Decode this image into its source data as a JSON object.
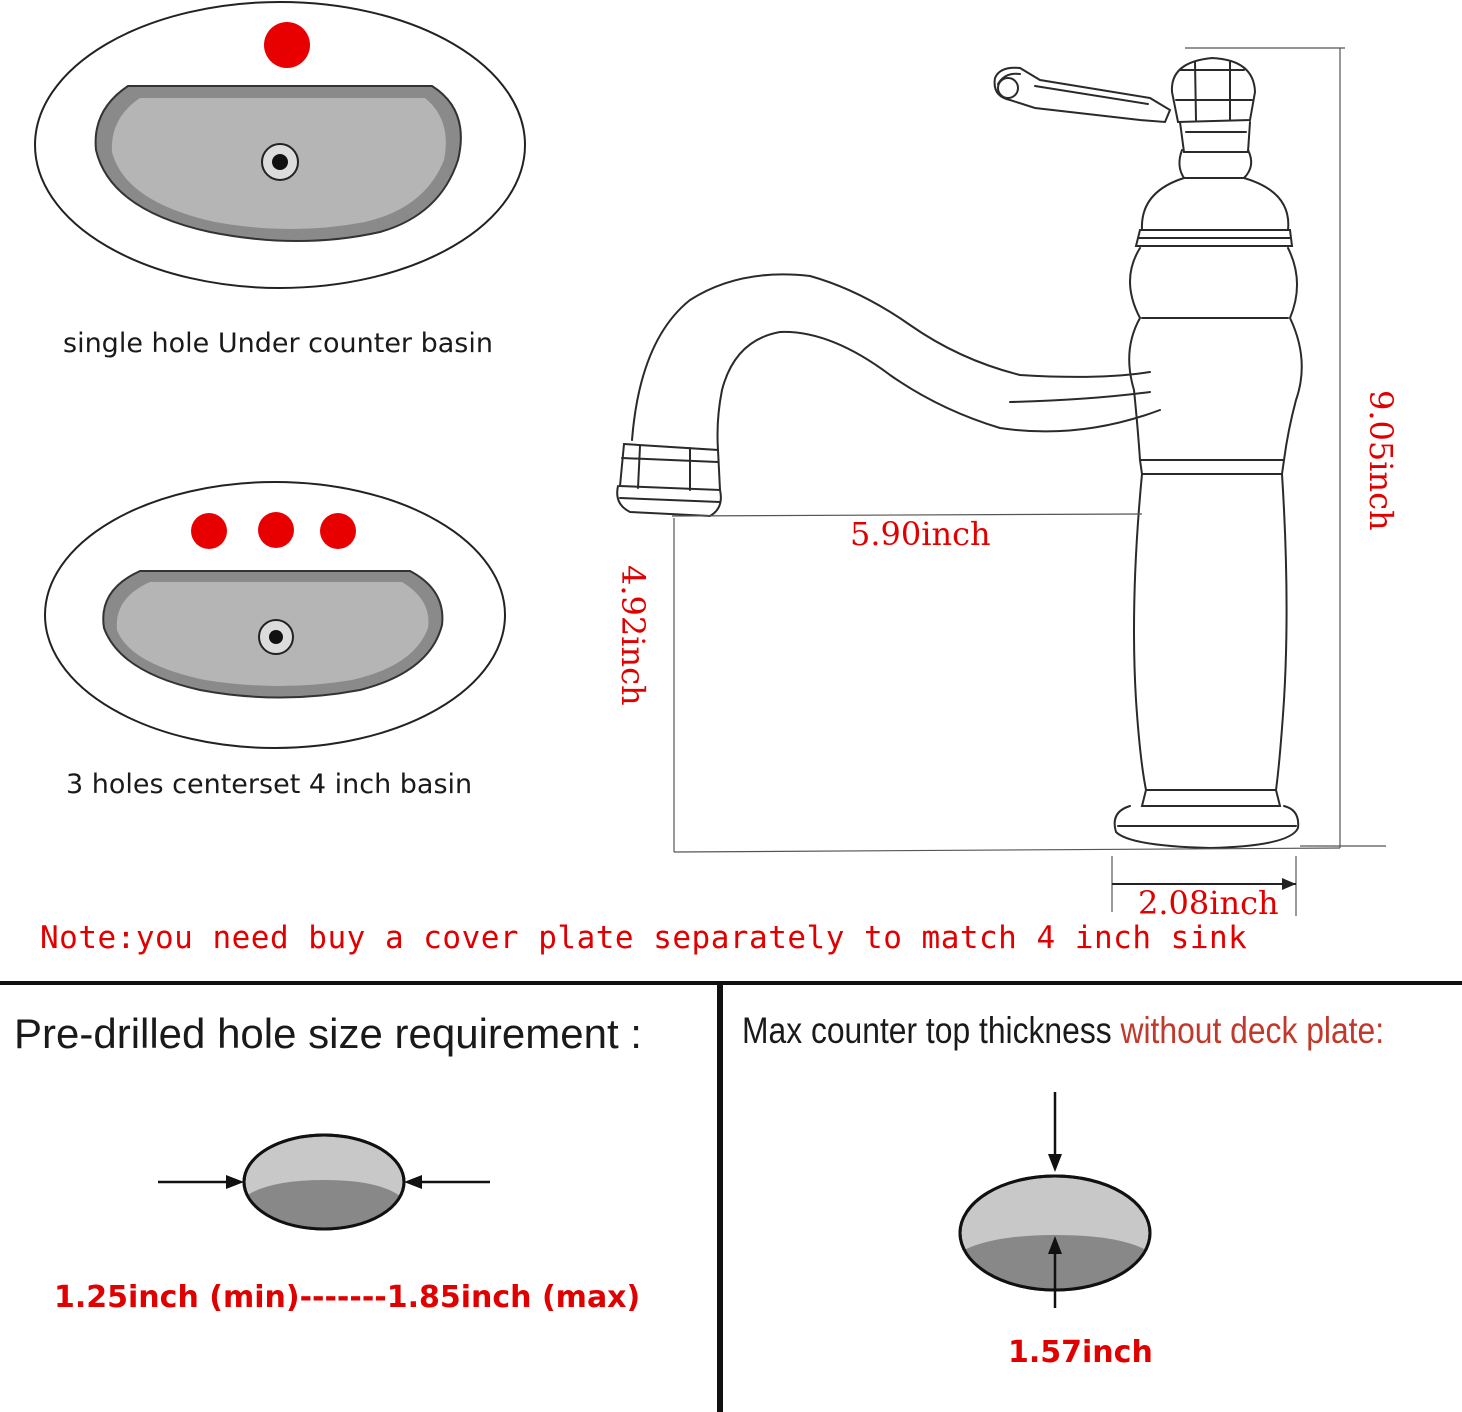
{
  "basins": {
    "single": {
      "caption": "single hole Under counter basin"
    },
    "three": {
      "caption": "3 holes centerset 4 inch basin"
    }
  },
  "faucet": {
    "spout_reach": "5.90inch",
    "spout_height": "4.92inch",
    "total_height": "9.05inch",
    "base_diameter": "2.08inch"
  },
  "note": "Note:you need buy a cover plate separately to match 4 inch sink",
  "hole_requirement": {
    "title": "Pre-drilled hole size requirement :",
    "range": "1.25inch (min)-------1.85inch (max)"
  },
  "counter_thickness": {
    "title_prefix": "Max counter top thickness ",
    "title_highlight": "without deck plate:",
    "value": "1.57inch"
  },
  "colors": {
    "accent_red": "#e00000",
    "basin_gray": "#b3b3b3",
    "basin_dark": "#808080"
  }
}
